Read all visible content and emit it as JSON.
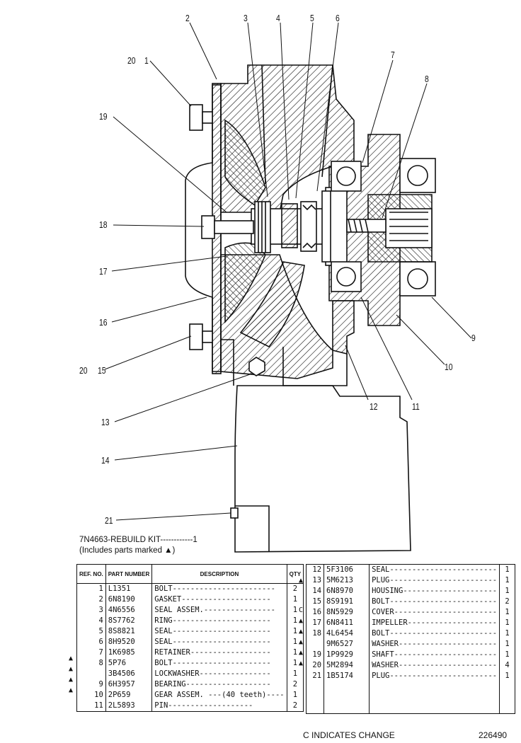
{
  "callouts": [
    {
      "id": "20a",
      "text": "20"
    },
    {
      "id": "1",
      "text": "1"
    },
    {
      "id": "2",
      "text": "2"
    },
    {
      "id": "3",
      "text": "3"
    },
    {
      "id": "4",
      "text": "4"
    },
    {
      "id": "5",
      "text": "5"
    },
    {
      "id": "6",
      "text": "6"
    },
    {
      "id": "7",
      "text": "7"
    },
    {
      "id": "8",
      "text": "8"
    },
    {
      "id": "19",
      "text": "19"
    },
    {
      "id": "18",
      "text": "18"
    },
    {
      "id": "17",
      "text": "17"
    },
    {
      "id": "16",
      "text": "16"
    },
    {
      "id": "20b",
      "text": "20"
    },
    {
      "id": "15",
      "text": "15"
    },
    {
      "id": "13",
      "text": "13"
    },
    {
      "id": "14",
      "text": "14"
    },
    {
      "id": "21",
      "text": "21"
    },
    {
      "id": "12",
      "text": "12"
    },
    {
      "id": "11",
      "text": "11"
    },
    {
      "id": "10",
      "text": "10"
    },
    {
      "id": "9",
      "text": "9"
    }
  ],
  "kit": {
    "line1": "7N4663-REBUILD KIT------------1",
    "line2": "(Includes parts marked ▲)"
  },
  "table_header": {
    "ref": "REF. NO.",
    "part": "PART NUMBER",
    "desc": "DESCRIPTION",
    "qty": "QTY"
  },
  "parts_left": [
    {
      "ref": "1",
      "pn": "L1351",
      "desc": "BOLT-----------------------",
      "qty": "2"
    },
    {
      "ref": "2",
      "pn": "6N8190",
      "desc": "GASKET--------------------",
      "qty": "1"
    },
    {
      "ref": "3",
      "pn": "4N6556",
      "desc": "SEAL ASSEM.----------------",
      "qty": "1"
    },
    {
      "ref": "4",
      "pn": "8S7762",
      "desc": "RING----------------------",
      "qty": "1"
    },
    {
      "ref": "5",
      "pn": "8S8821",
      "desc": "SEAL----------------------",
      "qty": "1"
    },
    {
      "ref": "6",
      "pn": "8H9520",
      "desc": "SEAL----------------------",
      "qty": "1"
    },
    {
      "ref": "7",
      "pn": "1K6985",
      "desc": "RETAINER------------------",
      "qty": "1"
    },
    {
      "ref": "8",
      "pn": "5P76",
      "desc": "BOLT----------------------",
      "qty": "1"
    },
    {
      "ref": "",
      "pn": "3B4506",
      "desc": "LOCKWASHER----------------",
      "qty": "1"
    },
    {
      "ref": "9",
      "pn": "6H3957",
      "desc": "BEARING-------------------",
      "qty": "2"
    },
    {
      "ref": "10",
      "pn": "2P659",
      "desc": "GEAR ASSEM. ---(40 teeth)----",
      "qty": "1"
    },
    {
      "ref": "11",
      "pn": "2L5893",
      "desc": "   PIN-------------------",
      "qty": "2"
    }
  ],
  "parts_right": [
    {
      "ref": "12",
      "pn": "5F3106",
      "desc": "SEAL------------------------",
      "qty": "1"
    },
    {
      "ref": "13",
      "pn": "5M6213",
      "desc": "PLUG------------------------",
      "qty": "1"
    },
    {
      "ref": "14",
      "pn": "6N8970",
      "desc": "HOUSING---------------------",
      "qty": "1"
    },
    {
      "ref": "15",
      "pn": "8S9191",
      "desc": "BOLT------------------------",
      "qty": "2"
    },
    {
      "ref": "16",
      "pn": "8N5929",
      "desc": "COVER-----------------------",
      "qty": "1"
    },
    {
      "ref": "17",
      "pn": "6N8411",
      "desc": "IMPELLER--------------------",
      "qty": "1"
    },
    {
      "ref": "18",
      "pn": "4L6454",
      "desc": "BOLT------------------------",
      "qty": "1"
    },
    {
      "ref": "",
      "pn": "9M6527",
      "desc": "WASHER----------------------",
      "qty": "1"
    },
    {
      "ref": "19",
      "pn": "1P9929",
      "desc": "SHAFT-----------------------",
      "qty": "1"
    },
    {
      "ref": "20",
      "pn": "5M2894",
      "desc": "WASHER----------------------",
      "qty": "4"
    },
    {
      "ref": "21",
      "pn": "1B5174",
      "desc": "PLUG------------------------",
      "qty": "1"
    }
  ],
  "marks": {
    "triangle": "▲",
    "change": "C"
  },
  "footer": {
    "change_note": "C  INDICATES CHANGE",
    "drawing_no": "226490"
  }
}
